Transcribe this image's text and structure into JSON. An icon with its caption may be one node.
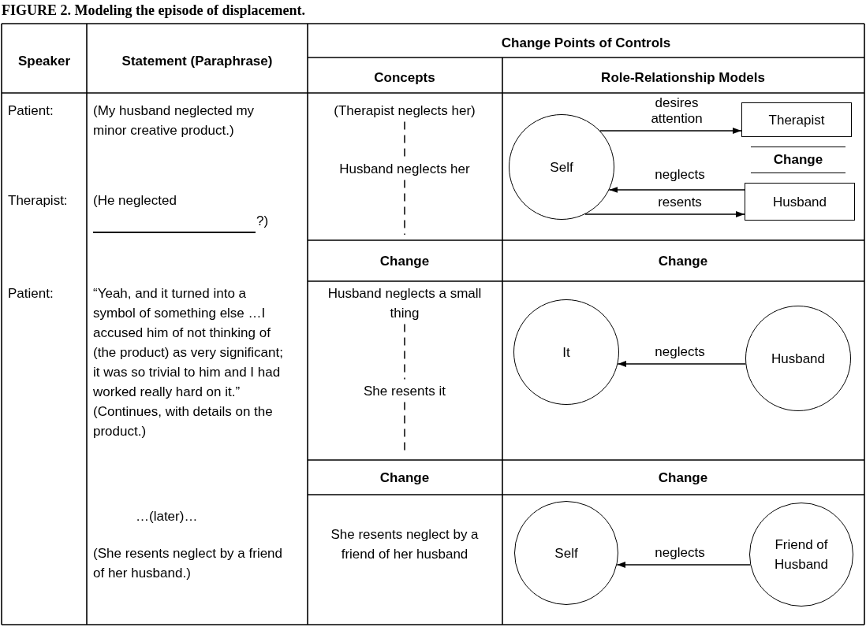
{
  "diagram": {
    "title": "FIGURE 2. Modeling the episode of displacement.",
    "nodes": [
      {
        "text": [
          "(Therapist neglects her)"
        ]
      },
      {
        "text": [
          "Husband neglects her"
        ]
      },
      {
        "text": [
          "Self"
        ]
      },
      {
        "text": [
          "Therapist"
        ]
      },
      {
        "text": [
          "Husband"
        ]
      },
      {
        "text": [
          "Husband neglects a small thing"
        ]
      },
      {
        "text": [
          "She resents it"
        ]
      },
      {
        "text": [
          "It"
        ]
      },
      {
        "text": [
          "Husband"
        ]
      },
      {
        "text": [
          "Self"
        ]
      },
      {
        "text": [
          "Friend of Husband"
        ]
      }
    ],
    "edges": [
      {
        "from": 0,
        "to": 1,
        "arrow": "none",
        "style": "dashed"
      },
      {
        "from": 1,
        "to": null,
        "arrow": "none",
        "style": "dashed"
      },
      {
        "from": 2,
        "to": 3,
        "arrow": "to",
        "label": "desires attention"
      },
      {
        "from": 4,
        "to": 2,
        "arrow": "to",
        "label": "neglects"
      },
      {
        "from": 2,
        "to": 4,
        "arrow": "to",
        "label": "resents"
      },
      {
        "from": 5,
        "to": 6,
        "arrow": "none",
        "style": "dashed"
      },
      {
        "from": 6,
        "to": null,
        "arrow": "none",
        "style": "dashed"
      },
      {
        "from": 8,
        "to": 7,
        "arrow": "to",
        "label": "neglects"
      },
      {
        "from": 10,
        "to": 9,
        "arrow": "to",
        "label": "neglects"
      }
    ],
    "labels": [
      "Speaker",
      "Statement (Paraphrase)",
      "Change Points of Controls",
      "Concepts",
      "Role-Relationship Models",
      "Patient:",
      "(My husband neglected my minor creative product.)",
      "Change",
      "Therapist:",
      "(He neglected",
      "?)",
      "Change",
      "Change",
      "Patient:",
      "“Yeah, and it turned into a symbol of something else …I accused him of not thinking of (the product) as very significant; it was so trivial to him and I had worked really hard on it.”",
      "(Continues, with details on the product.)",
      "Change",
      "Change",
      "…(later)…",
      "She resents neglect by a friend of her husband",
      "(She resents neglect by a friend of her husband.)"
    ]
  }
}
